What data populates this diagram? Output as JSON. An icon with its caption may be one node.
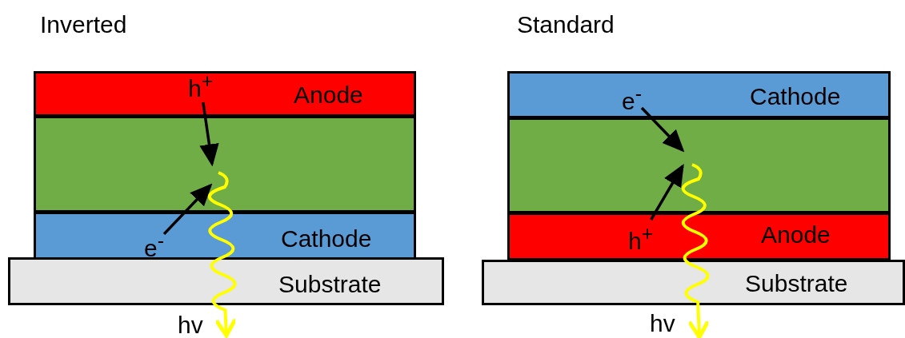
{
  "diagram": {
    "nodes": [
      {
        "text": [
          "Anode"
        ]
      },
      {
        "text": [
          "h$^{+}$"
        ],
        "in": 0
      },
      {
        "text": [],
        "shape": "box"
      },
      {
        "text": [
          "Cathode"
        ]
      },
      {
        "text": [
          "e$^{-}$"
        ],
        "in": 3
      },
      {
        "text": [
          "Substrate"
        ]
      },
      {
        "text": [
          "Cathode"
        ]
      },
      {
        "text": [
          "e$^{-}$"
        ],
        "in": 6
      },
      {
        "text": [],
        "shape": "box"
      },
      {
        "text": [
          "Anode"
        ]
      },
      {
        "text": [
          "h$^{+}$"
        ],
        "in": 9
      },
      {
        "text": [
          "Substrate"
        ]
      }
    ],
    "edges": [
      {
        "from": 1,
        "to": 2,
        "arrow": "to"
      },
      {
        "from": 4,
        "to": 2,
        "arrow": "to"
      },
      {
        "from": 2,
        "to": null,
        "arrow": "to",
        "label": "hv",
        "color": "#ffff00"
      },
      {
        "from": 7,
        "to": 8,
        "arrow": "to"
      },
      {
        "from": 10,
        "to": 8,
        "arrow": "to"
      },
      {
        "from": 8,
        "to": null,
        "arrow": "to",
        "label": "hv",
        "color": "#ffff00"
      }
    ],
    "labels": [
      "Inverted",
      "Standard"
    ]
  }
}
